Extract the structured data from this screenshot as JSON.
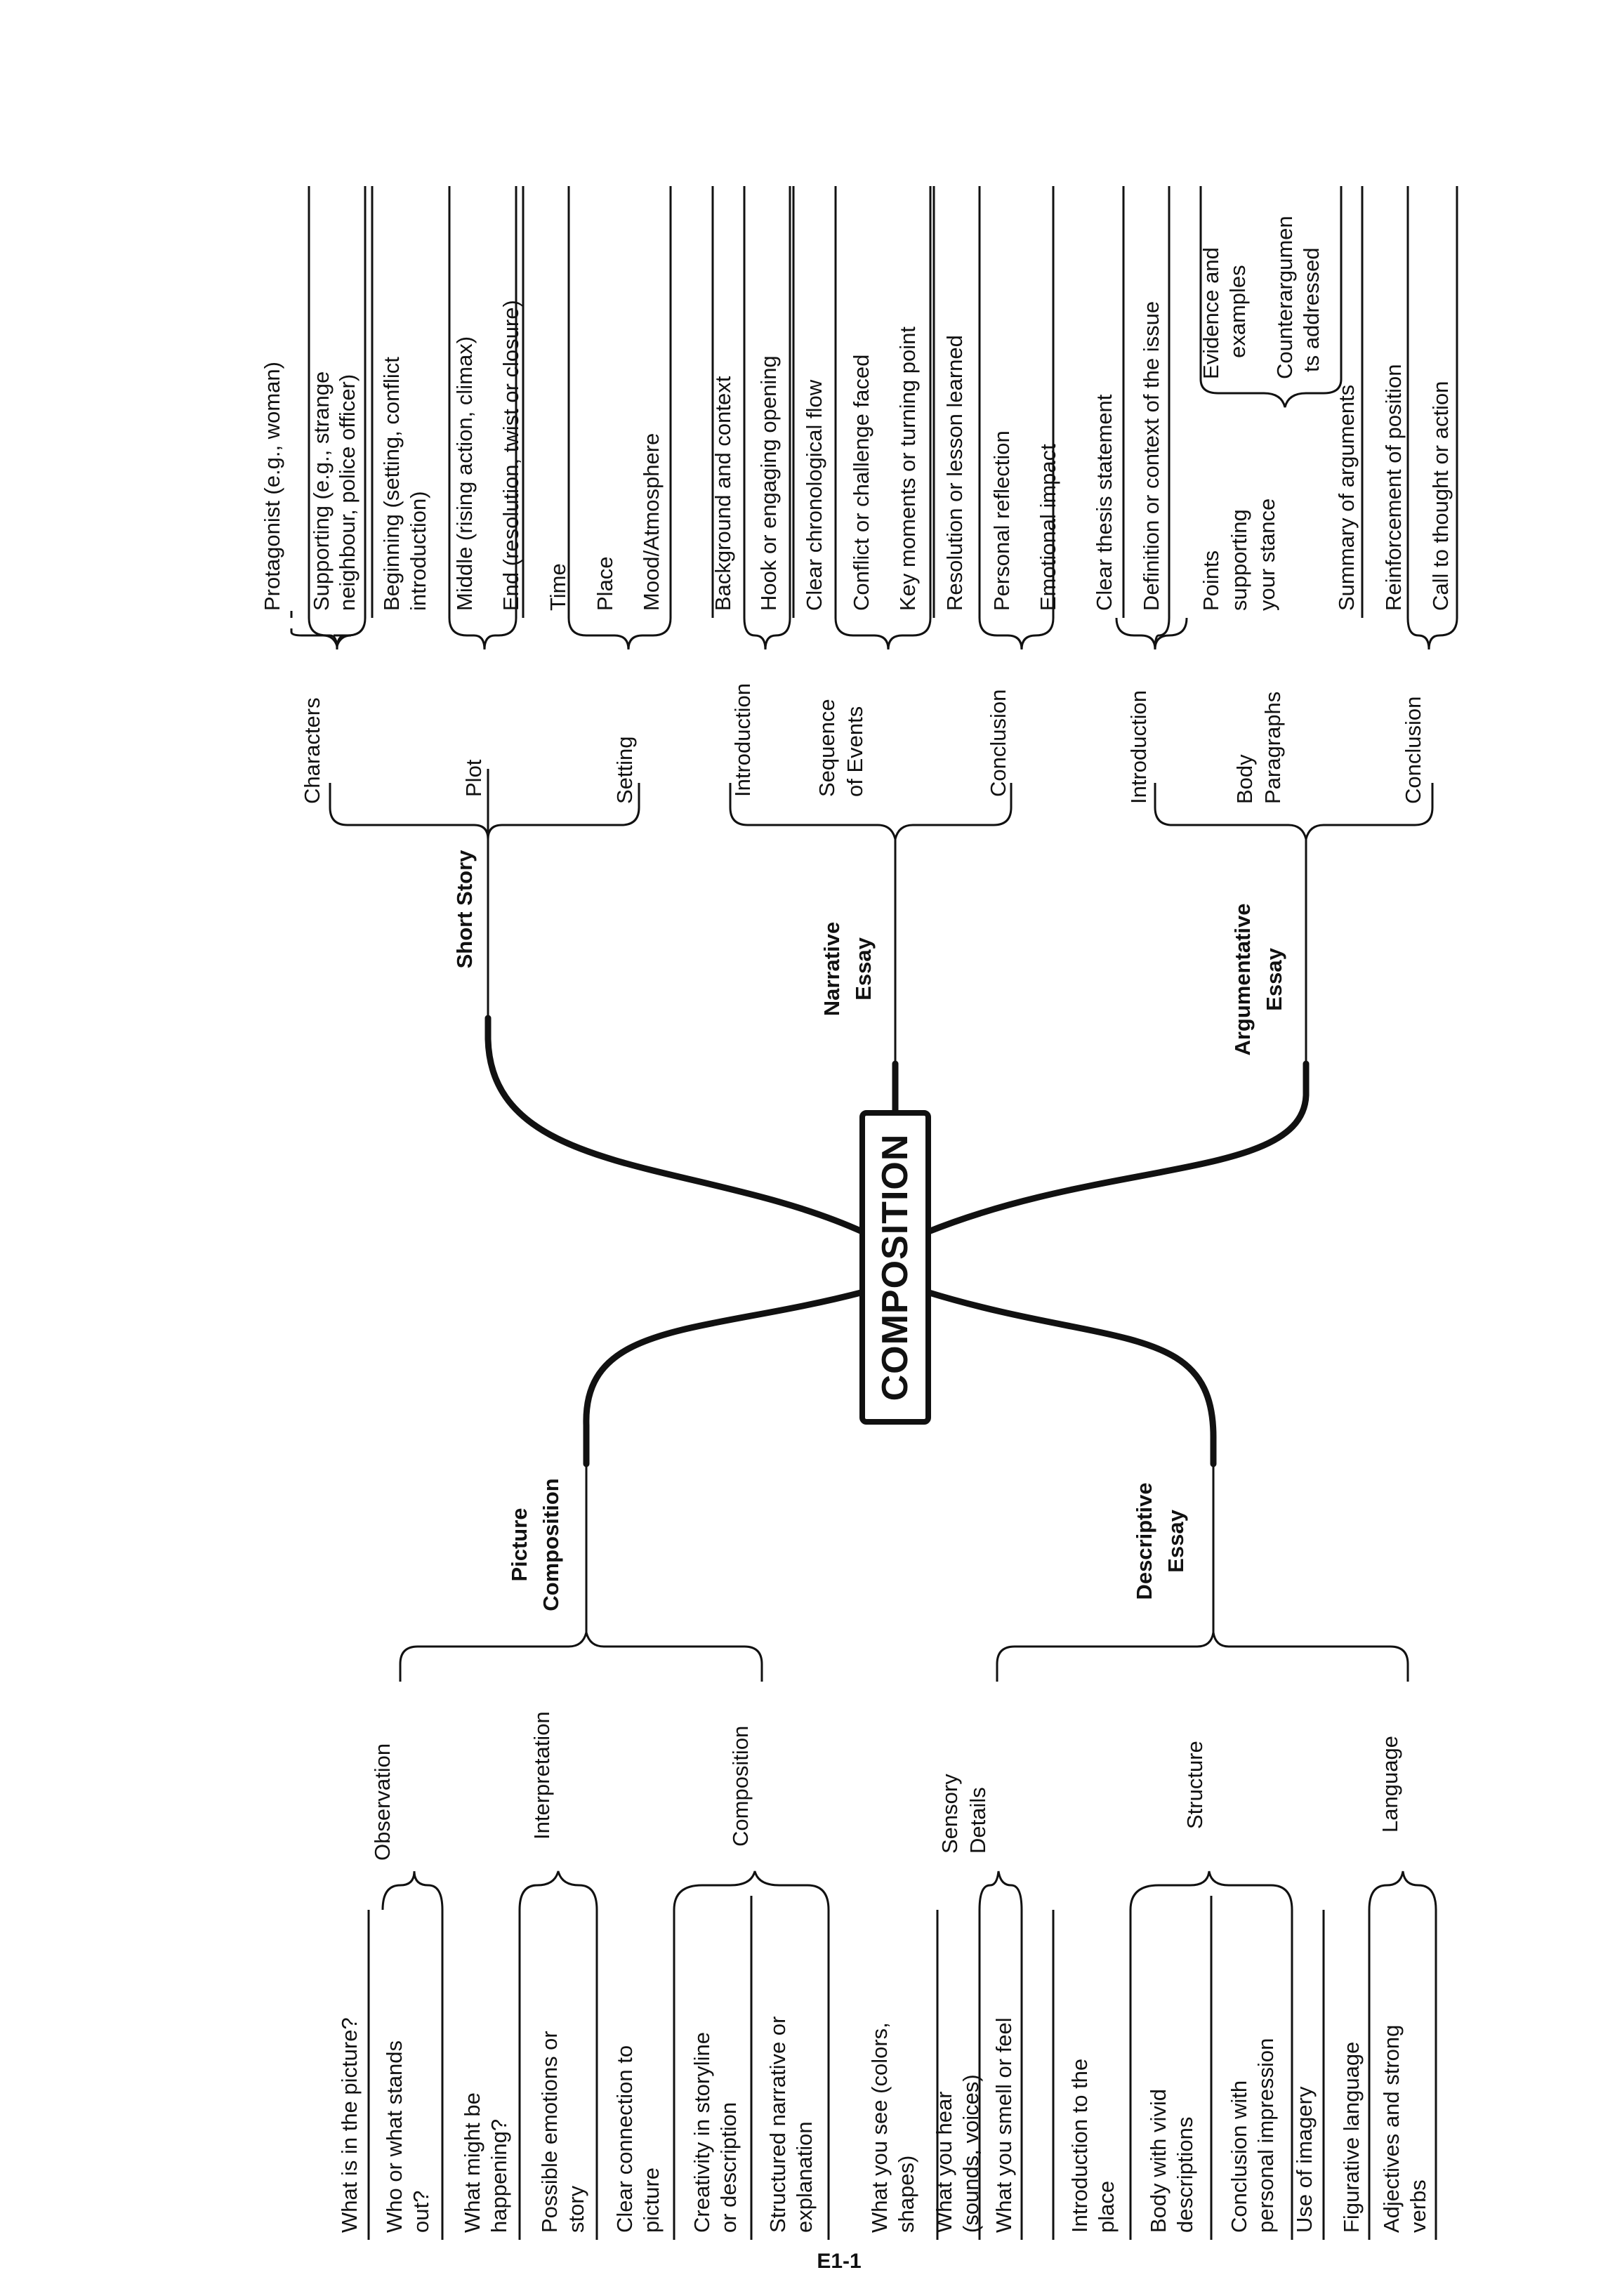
{
  "root": "COMPOSITION",
  "page_label": "E1-1",
  "short_story": {
    "title": "Short Story",
    "characters": {
      "label": "Characters",
      "items": [
        "Protagonist (e.g., woman)",
        "Supporting (e.g., strange",
        "neighbour, police officer)"
      ]
    },
    "plot": {
      "label": "Plot",
      "items": [
        "Beginning (setting, conflict",
        "introduction)",
        "Middle (rising action, climax)",
        "End (resolution, twist or closure)"
      ]
    },
    "setting": {
      "label": "Setting",
      "items": [
        "Time",
        "Place",
        "Mood/Atmosphere"
      ]
    }
  },
  "narrative_essay": {
    "title_1": "Narrative",
    "title_2": "Essay",
    "introduction": {
      "label": "Introduction",
      "items": [
        "Background and context",
        "Hook or engaging opening"
      ]
    },
    "sequence": {
      "label_1": "Sequence",
      "label_2": "of Events",
      "items": [
        "Clear chronological flow",
        "Conflict or challenge faced",
        "Key moments or turning point"
      ]
    },
    "conclusion": {
      "label": "Conclusion",
      "items": [
        "Resolution or lesson learned",
        "Personal reflection",
        "Emotional impact"
      ]
    }
  },
  "argumentative_essay": {
    "title_1": "Argumentative",
    "title_2": "Essay",
    "introduction": {
      "label": "Introduction",
      "items": [
        "Clear thesis statement",
        "Definition or context of the issue"
      ]
    },
    "body": {
      "label_1": "Body",
      "label_2": "Paragraphs",
      "points_1": "Points",
      "points_2": "supporting",
      "points_3": "your stance",
      "evidence_1": "Evidence and",
      "evidence_2": "examples",
      "counter_1": "Counterargumen",
      "counter_2": "ts addressed"
    },
    "conclusion": {
      "label": "Conclusion",
      "items": [
        "Summary of arguments",
        "Reinforcement of position",
        "Call to thought or action"
      ]
    }
  },
  "picture_composition": {
    "title_1": "Picture",
    "title_2": "Composition",
    "observation": {
      "label": "Observation",
      "items": [
        "What is in the picture?",
        "Who or what stands",
        "out?"
      ]
    },
    "interpretation": {
      "label": "Interpretation",
      "items": [
        "What might be",
        "happening?",
        "Possible emotions or",
        "story"
      ]
    },
    "composition": {
      "label": "Composition",
      "items": [
        "Clear connection to",
        "picture",
        "Creativity in storyline",
        "or description",
        "Structured narrative or",
        "explanation"
      ]
    }
  },
  "descriptive_essay": {
    "title_1": "Descriptive",
    "title_2": "Essay",
    "sensory": {
      "label_1": "Sensory",
      "label_2": "Details",
      "items": [
        "What you see (colors,",
        "shapes)",
        "What you hear",
        "(sounds, voices)",
        "What you smell or feel"
      ]
    },
    "structure": {
      "label": "Structure",
      "items": [
        "Introduction to the",
        "place",
        "Body with vivid",
        "descriptions",
        "Conclusion with",
        "personal impression"
      ]
    },
    "language": {
      "label": "Language",
      "items": [
        "Use of imagery",
        "Figurative language",
        "Adjectives and strong",
        "verbs"
      ]
    }
  }
}
